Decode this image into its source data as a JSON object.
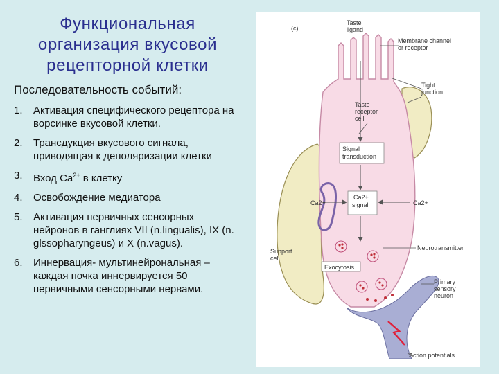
{
  "slide": {
    "title_lines": [
      "Функциональная",
      "организация вкусовой",
      "рецепторной клетки"
    ],
    "intro": "Последовательность событий:",
    "steps": [
      {
        "num": "1.",
        "text": "Активация специфического рецептора на ворсинке вкусовой клетки."
      },
      {
        "num": "2.",
        "text": "Трансдукция вкусового сигнала, приводящая к деполяризации клетки"
      },
      {
        "num": "3.",
        "text_before": "Вход Ca",
        "sup": "2+",
        "text_after": " в клетку"
      },
      {
        "num": "4.",
        "text": "Освобождение медиатора"
      },
      {
        "num": "5.",
        "text": "Активация первичных сенсорных нейронов в ганглиях VII (n.lingualis),   IX (n. glssopharyngeus) и X (n.vagus)."
      },
      {
        "num": "6.",
        "text": "Иннервация- мультинейрональная – каждая почка иннервируется 50 первичными сенсорными нервами."
      }
    ]
  },
  "figure": {
    "panel_letter": "(c)",
    "labels": {
      "taste_ligand": [
        "Taste",
        "ligand"
      ],
      "membrane_channel": [
        "Membrane channel",
        "or receptor"
      ],
      "tight_junction": [
        "Tight",
        "junction"
      ],
      "taste_receptor_cell": [
        "Taste",
        "receptor",
        "cell"
      ],
      "signal_transduction": [
        "Signal",
        "transduction"
      ],
      "ca_signal": [
        "Ca2+",
        "signal"
      ],
      "ca_left": "Ca2+",
      "ca_right": "Ca2+",
      "support_cell": [
        "Support",
        "cell"
      ],
      "neurotransmitter": "Neurotransmitter",
      "exocytosis": "Exocytosis",
      "primary_sensory_neuron": [
        "Primary",
        "sensory",
        "neuron"
      ],
      "action_potentials": "Action potentials"
    },
    "colors": {
      "cell_fill": "#f8dbe6",
      "cell_stroke": "#c68aa5",
      "support_fill": "#f1ecc4",
      "organelle_stroke": "#7a63a8",
      "neuron_fill": "#a9aed4",
      "arrow": "#555555",
      "spark": "#e0203a"
    }
  }
}
